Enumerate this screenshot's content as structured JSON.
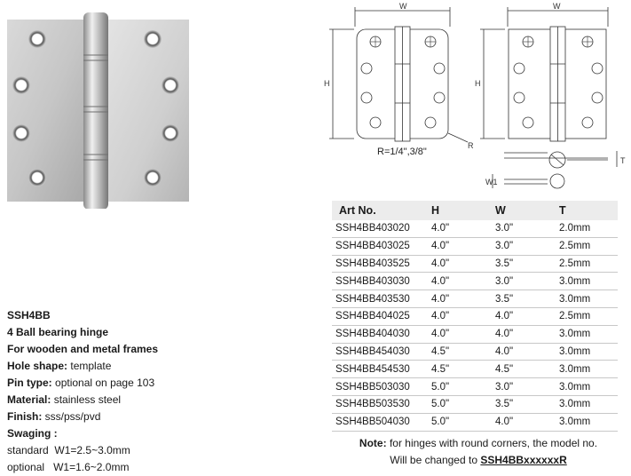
{
  "drawing": {
    "w_label": "W",
    "h_label": "H",
    "r_label": "R",
    "radius_note": "R=1/4\",3/8\"",
    "w1_label": "W1",
    "t_label": "T"
  },
  "specs": {
    "model": "SSH4BB",
    "title": "4 Ball bearing hinge",
    "subtitle": "For wooden and metal frames",
    "hole_shape_label": "Hole shape:",
    "hole_shape_value": "template",
    "pin_type_label": "Pin type:",
    "pin_type_value": "optional on page 103",
    "material_label": "Material:",
    "material_value": "stainless steel",
    "finish_label": "Finish:",
    "finish_value": "sss/pss/pvd",
    "swaging_label": "Swaging :",
    "standard_label": "standard",
    "standard_value": "W1=2.5~3.0mm",
    "optional_label": "optional",
    "optional_value": "W1=1.6~2.0mm"
  },
  "table": {
    "headers": [
      "Art No.",
      "H",
      "W",
      "T"
    ],
    "rows": [
      [
        "SSH4BB403020",
        "4.0\"",
        "3.0\"",
        "2.0mm"
      ],
      [
        "SSH4BB403025",
        "4.0\"",
        "3.0\"",
        "2.5mm"
      ],
      [
        "SSH4BB403525",
        "4.0\"",
        "3.5\"",
        "2.5mm"
      ],
      [
        "SSH4BB403030",
        "4.0\"",
        "3.0\"",
        "3.0mm"
      ],
      [
        "SSH4BB403530",
        "4.0\"",
        "3.5\"",
        "3.0mm"
      ],
      [
        "SSH4BB404025",
        "4.0\"",
        "4.0\"",
        "2.5mm"
      ],
      [
        "SSH4BB404030",
        "4.0\"",
        "4.0\"",
        "3.0mm"
      ],
      [
        "SSH4BB454030",
        "4.5\"",
        "4.0\"",
        "3.0mm"
      ],
      [
        "SSH4BB454530",
        "4.5\"",
        "4.5\"",
        "3.0mm"
      ],
      [
        "SSH4BB503030",
        "5.0\"",
        "3.0\"",
        "3.0mm"
      ],
      [
        "SSH4BB503530",
        "5.0\"",
        "3.5\"",
        "3.0mm"
      ],
      [
        "SSH4BB504030",
        "5.0\"",
        "4.0\"",
        "3.0mm"
      ]
    ]
  },
  "note": {
    "label": "Note:",
    "text": "for hinges with round corners, the model no.",
    "line2": "Will be changed to",
    "model": "SSH4BBxxxxxxR"
  }
}
